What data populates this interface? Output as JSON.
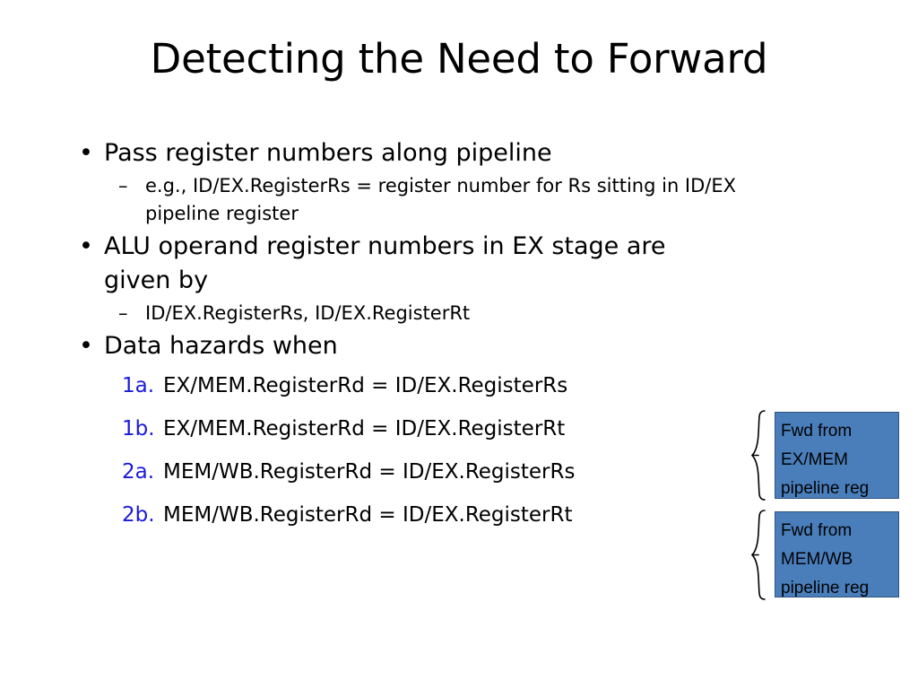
{
  "slide": {
    "title": "Detecting the Need to Forward",
    "background_color": "#FFFFFF",
    "text_color": "#000000",
    "accent_blue": "#1A1ADB",
    "callout_fill": "#4A7EBB",
    "callout_border": "#2F5481"
  },
  "bullets": [
    {
      "marker": "•",
      "text": "Pass register numbers along pipeline",
      "subs": [
        {
          "marker": "–",
          "text": "e.g., ID/EX.RegisterRs = register number for Rs sitting in ID/EX pipeline register"
        }
      ]
    },
    {
      "marker": "•",
      "text": "ALU operand register numbers in EX stage are given by",
      "subs": [
        {
          "marker": "–",
          "text": "ID/EX.RegisterRs, ID/EX.RegisterRt"
        }
      ]
    },
    {
      "marker": "•",
      "text": "Data hazards when",
      "subs": []
    }
  ],
  "hazards": [
    {
      "num": "1a.",
      "text": "EX/MEM.RegisterRd = ID/EX.RegisterRs"
    },
    {
      "num": "1b.",
      "text": "EX/MEM.RegisterRd = ID/EX.RegisterRt"
    },
    {
      "num": "2a.",
      "text": "MEM/WB.RegisterRd = ID/EX.RegisterRs"
    },
    {
      "num": "2b.",
      "text": "MEM/WB.RegisterRd = ID/EX.RegisterRt"
    }
  ],
  "callouts": [
    {
      "id": "exmem",
      "line1": "Fwd from",
      "line2": "EX/MEM",
      "line3": "pipeline reg"
    },
    {
      "id": "memwb",
      "line1": "Fwd from",
      "line2": "MEM/WB",
      "line3": "pipeline reg"
    }
  ]
}
